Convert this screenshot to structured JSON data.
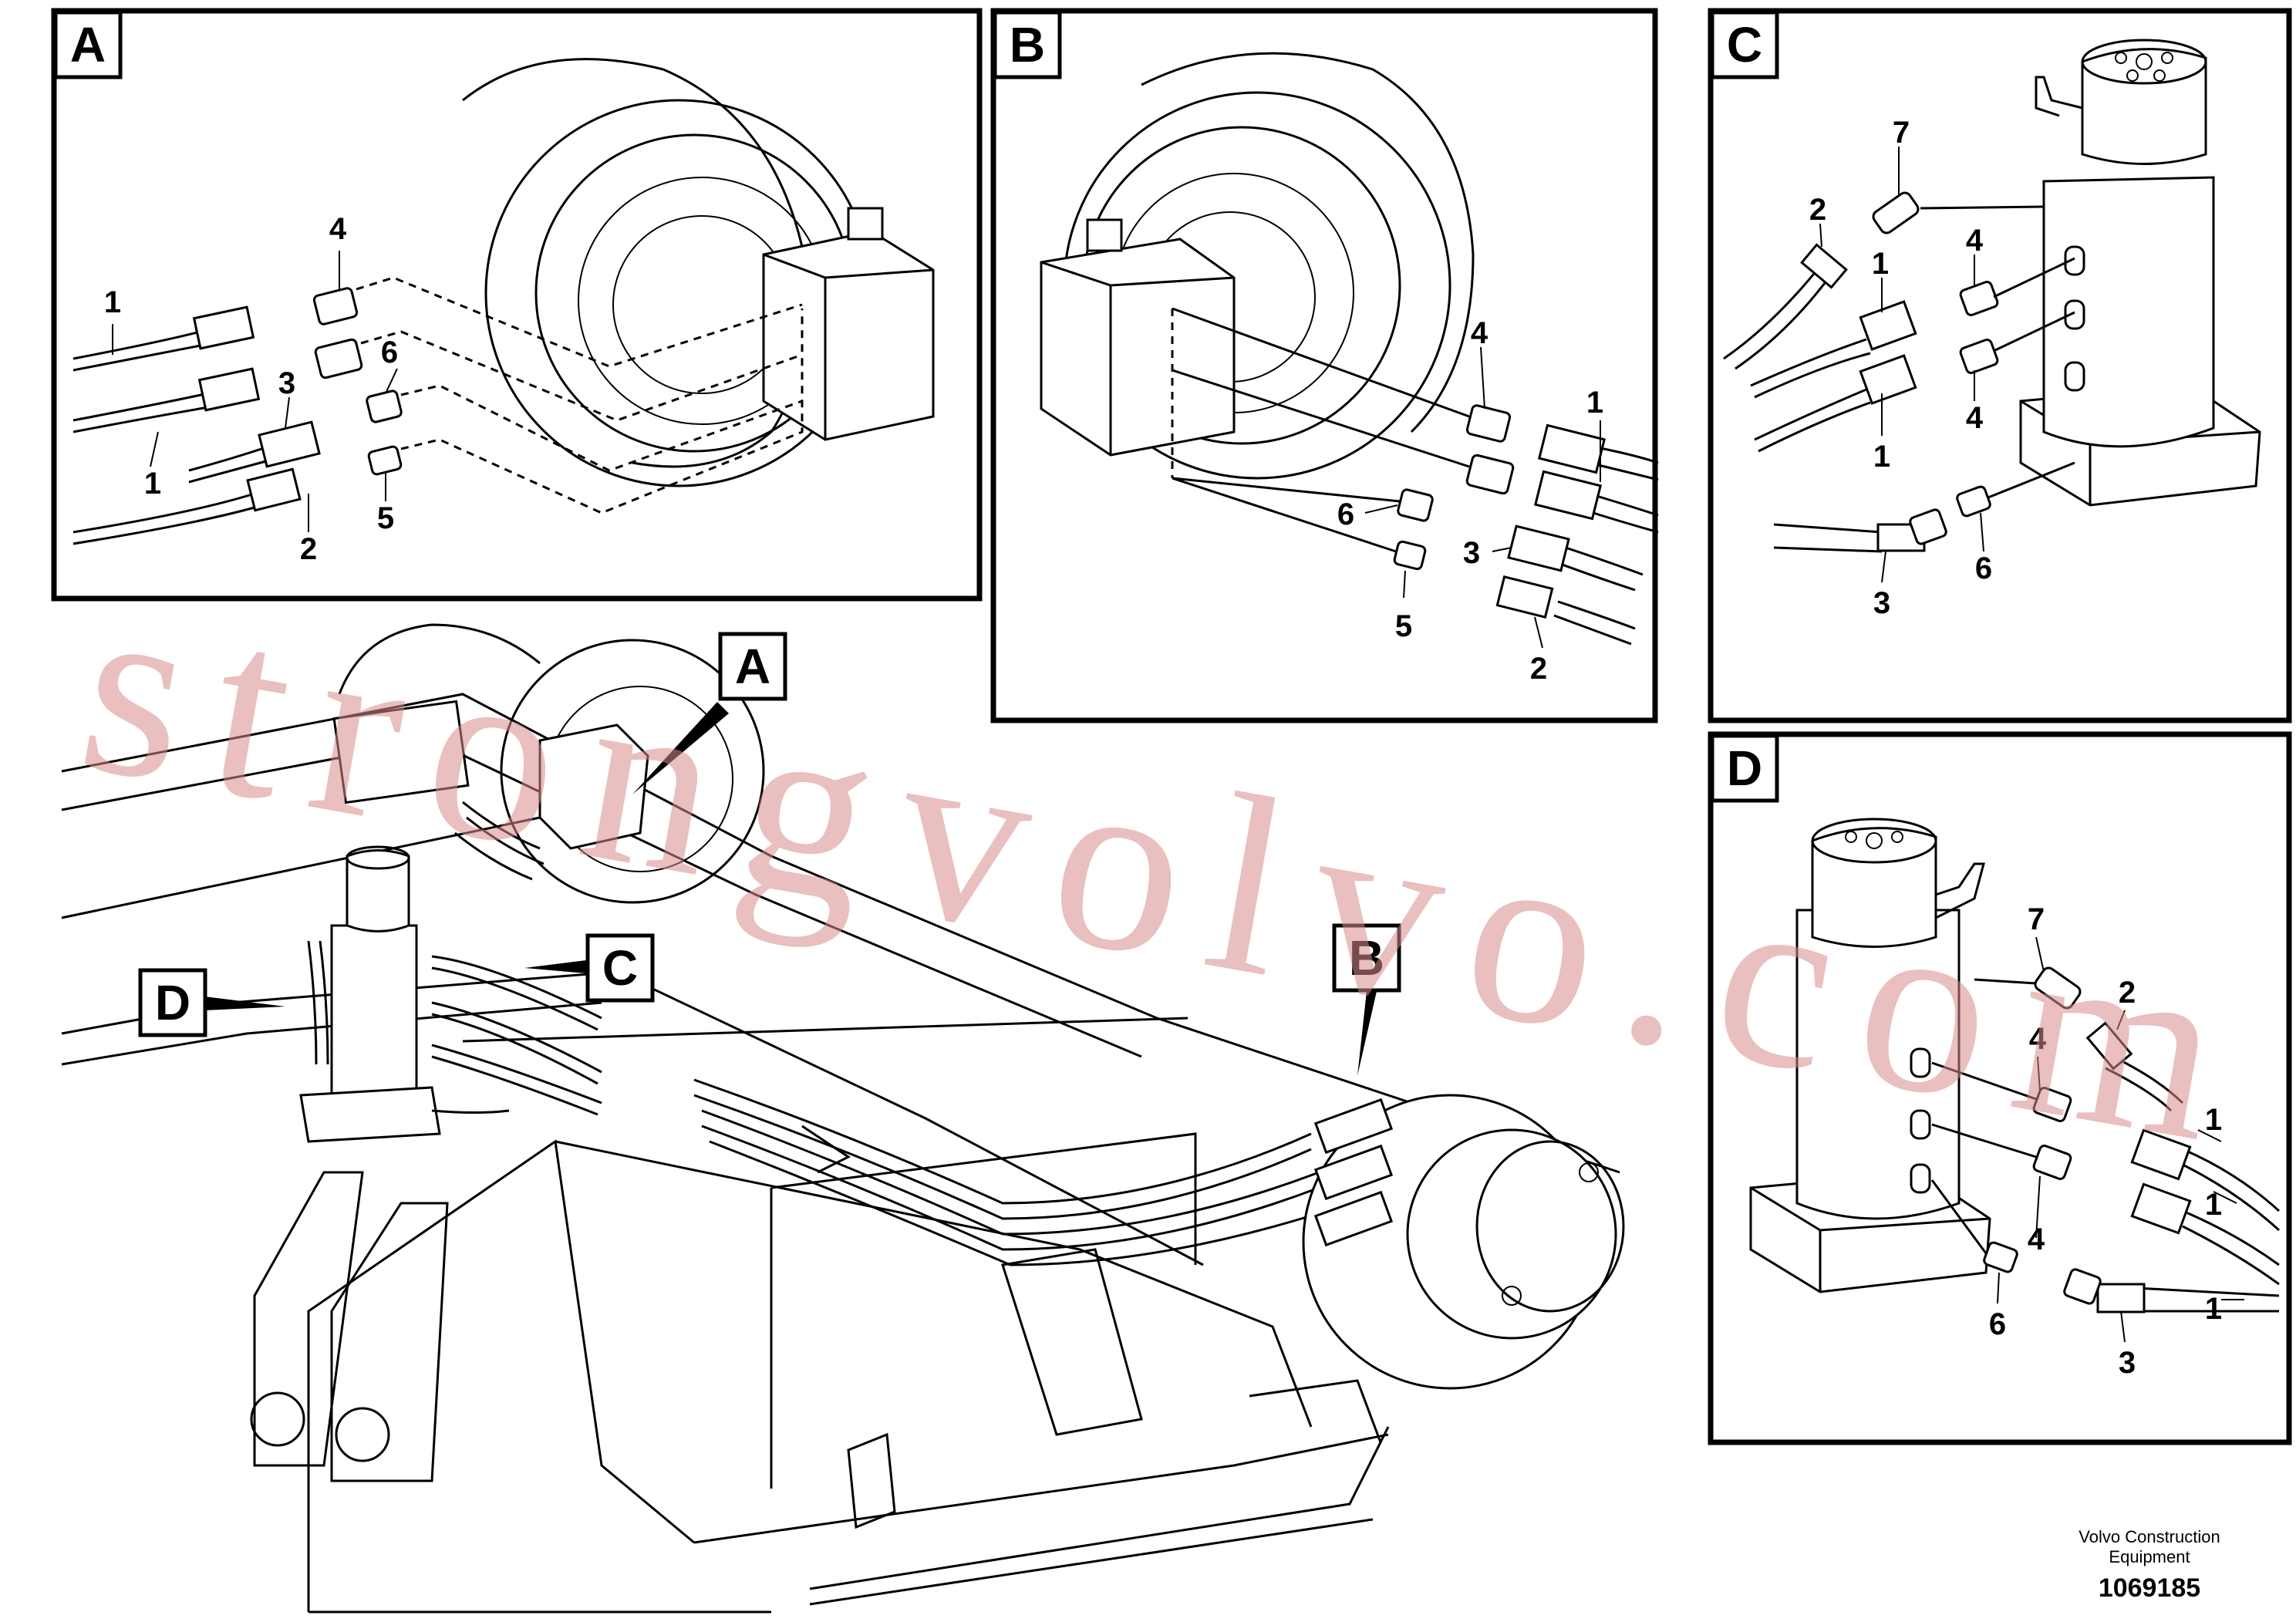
{
  "panels": {
    "a": {
      "tag": "A",
      "callouts": {
        "c4": "4",
        "c1a": "1",
        "c6": "6",
        "c3": "3",
        "c1b": "1",
        "c2": "2",
        "c5": "5"
      }
    },
    "b": {
      "tag": "B",
      "callouts": {
        "c4": "4",
        "c1": "1",
        "c6": "6",
        "c3": "3",
        "c5": "5",
        "c2": "2"
      }
    },
    "c": {
      "tag": "C",
      "callouts": {
        "c7": "7",
        "c2": "2",
        "c4a": "4",
        "c1a": "1",
        "c4b": "4",
        "c1b": "1",
        "c3": "3",
        "c6": "6"
      }
    },
    "d": {
      "tag": "D",
      "callouts": {
        "c7": "7",
        "c2": "2",
        "c4a": "4",
        "c1a": "1",
        "c4b": "4",
        "c1b": "1",
        "c1c": "1",
        "c6": "6",
        "c3": "3"
      }
    }
  },
  "main_view": {
    "pointer_a": "A",
    "pointer_b": "B",
    "pointer_c": "C",
    "pointer_d": "D"
  },
  "watermark": "strongvolvo.com",
  "footer": {
    "company_line1": "Volvo Construction",
    "company_line2": "Equipment",
    "code": "1069185"
  }
}
